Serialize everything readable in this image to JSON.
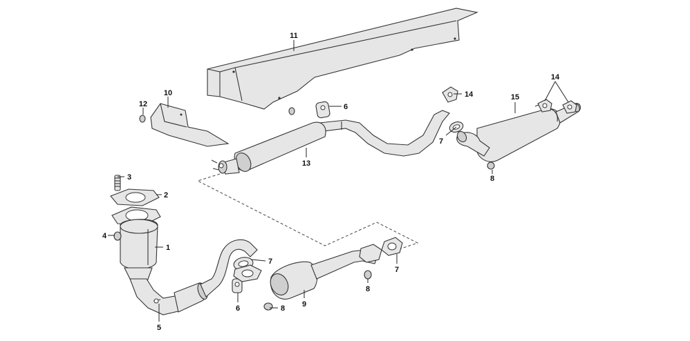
{
  "callouts": {
    "c1": "1",
    "c2": "2",
    "c3": "3",
    "c4": "4",
    "c5": "5",
    "c6a": "6",
    "c6b": "6",
    "c7a": "7",
    "c7b": "7",
    "c7c": "7",
    "c8a": "8",
    "c8b": "8",
    "c8c": "8",
    "c9": "9",
    "c10": "10",
    "c11": "11",
    "c12": "12",
    "c13": "13",
    "c14a": "14",
    "c14b": "14",
    "c15": "15"
  }
}
